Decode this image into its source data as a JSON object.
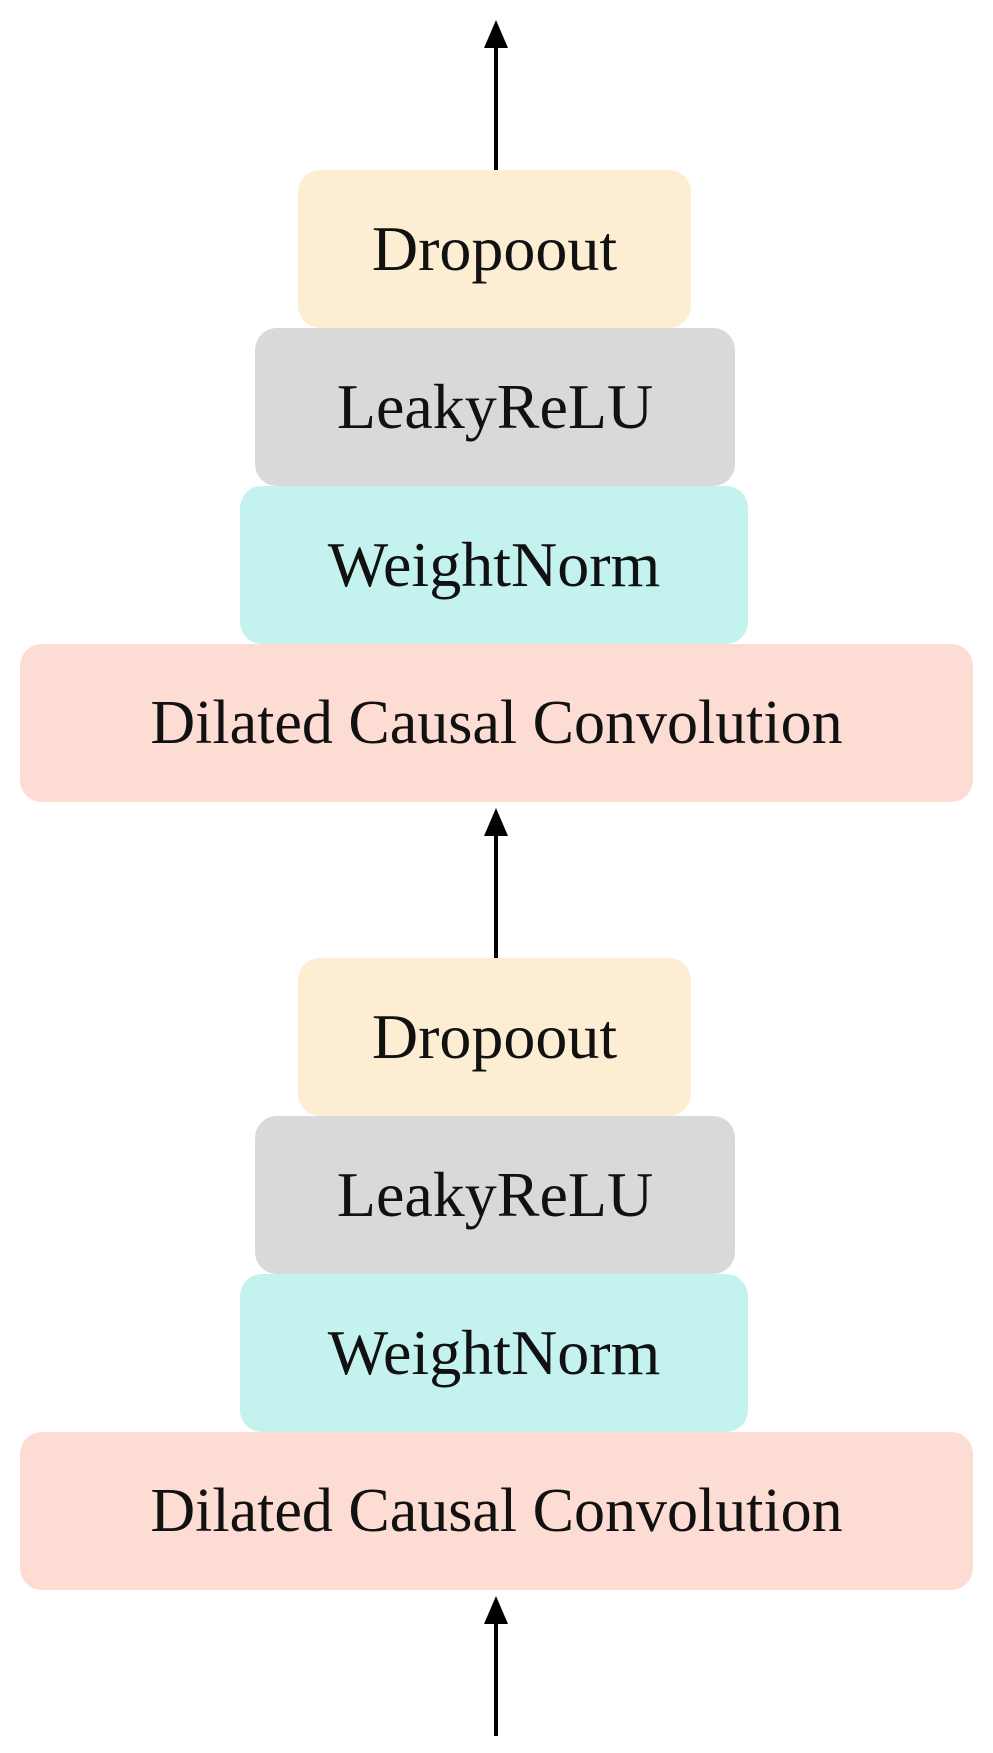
{
  "blocks": [
    {
      "layers": {
        "dropout": "Dropoout",
        "activation": "LeakyReLU",
        "norm": "WeightNorm",
        "conv": "Dilated Causal Convolution"
      }
    },
    {
      "layers": {
        "dropout": "Dropoout",
        "activation": "LeakyReLU",
        "norm": "WeightNorm",
        "conv": "Dilated Causal Convolution"
      }
    }
  ],
  "colors": {
    "dropout": "#fdeed3",
    "activation": "#d9d9d9",
    "norm": "#c4f2ee",
    "conv": "#fcdcd3",
    "arrow": "#000000"
  }
}
